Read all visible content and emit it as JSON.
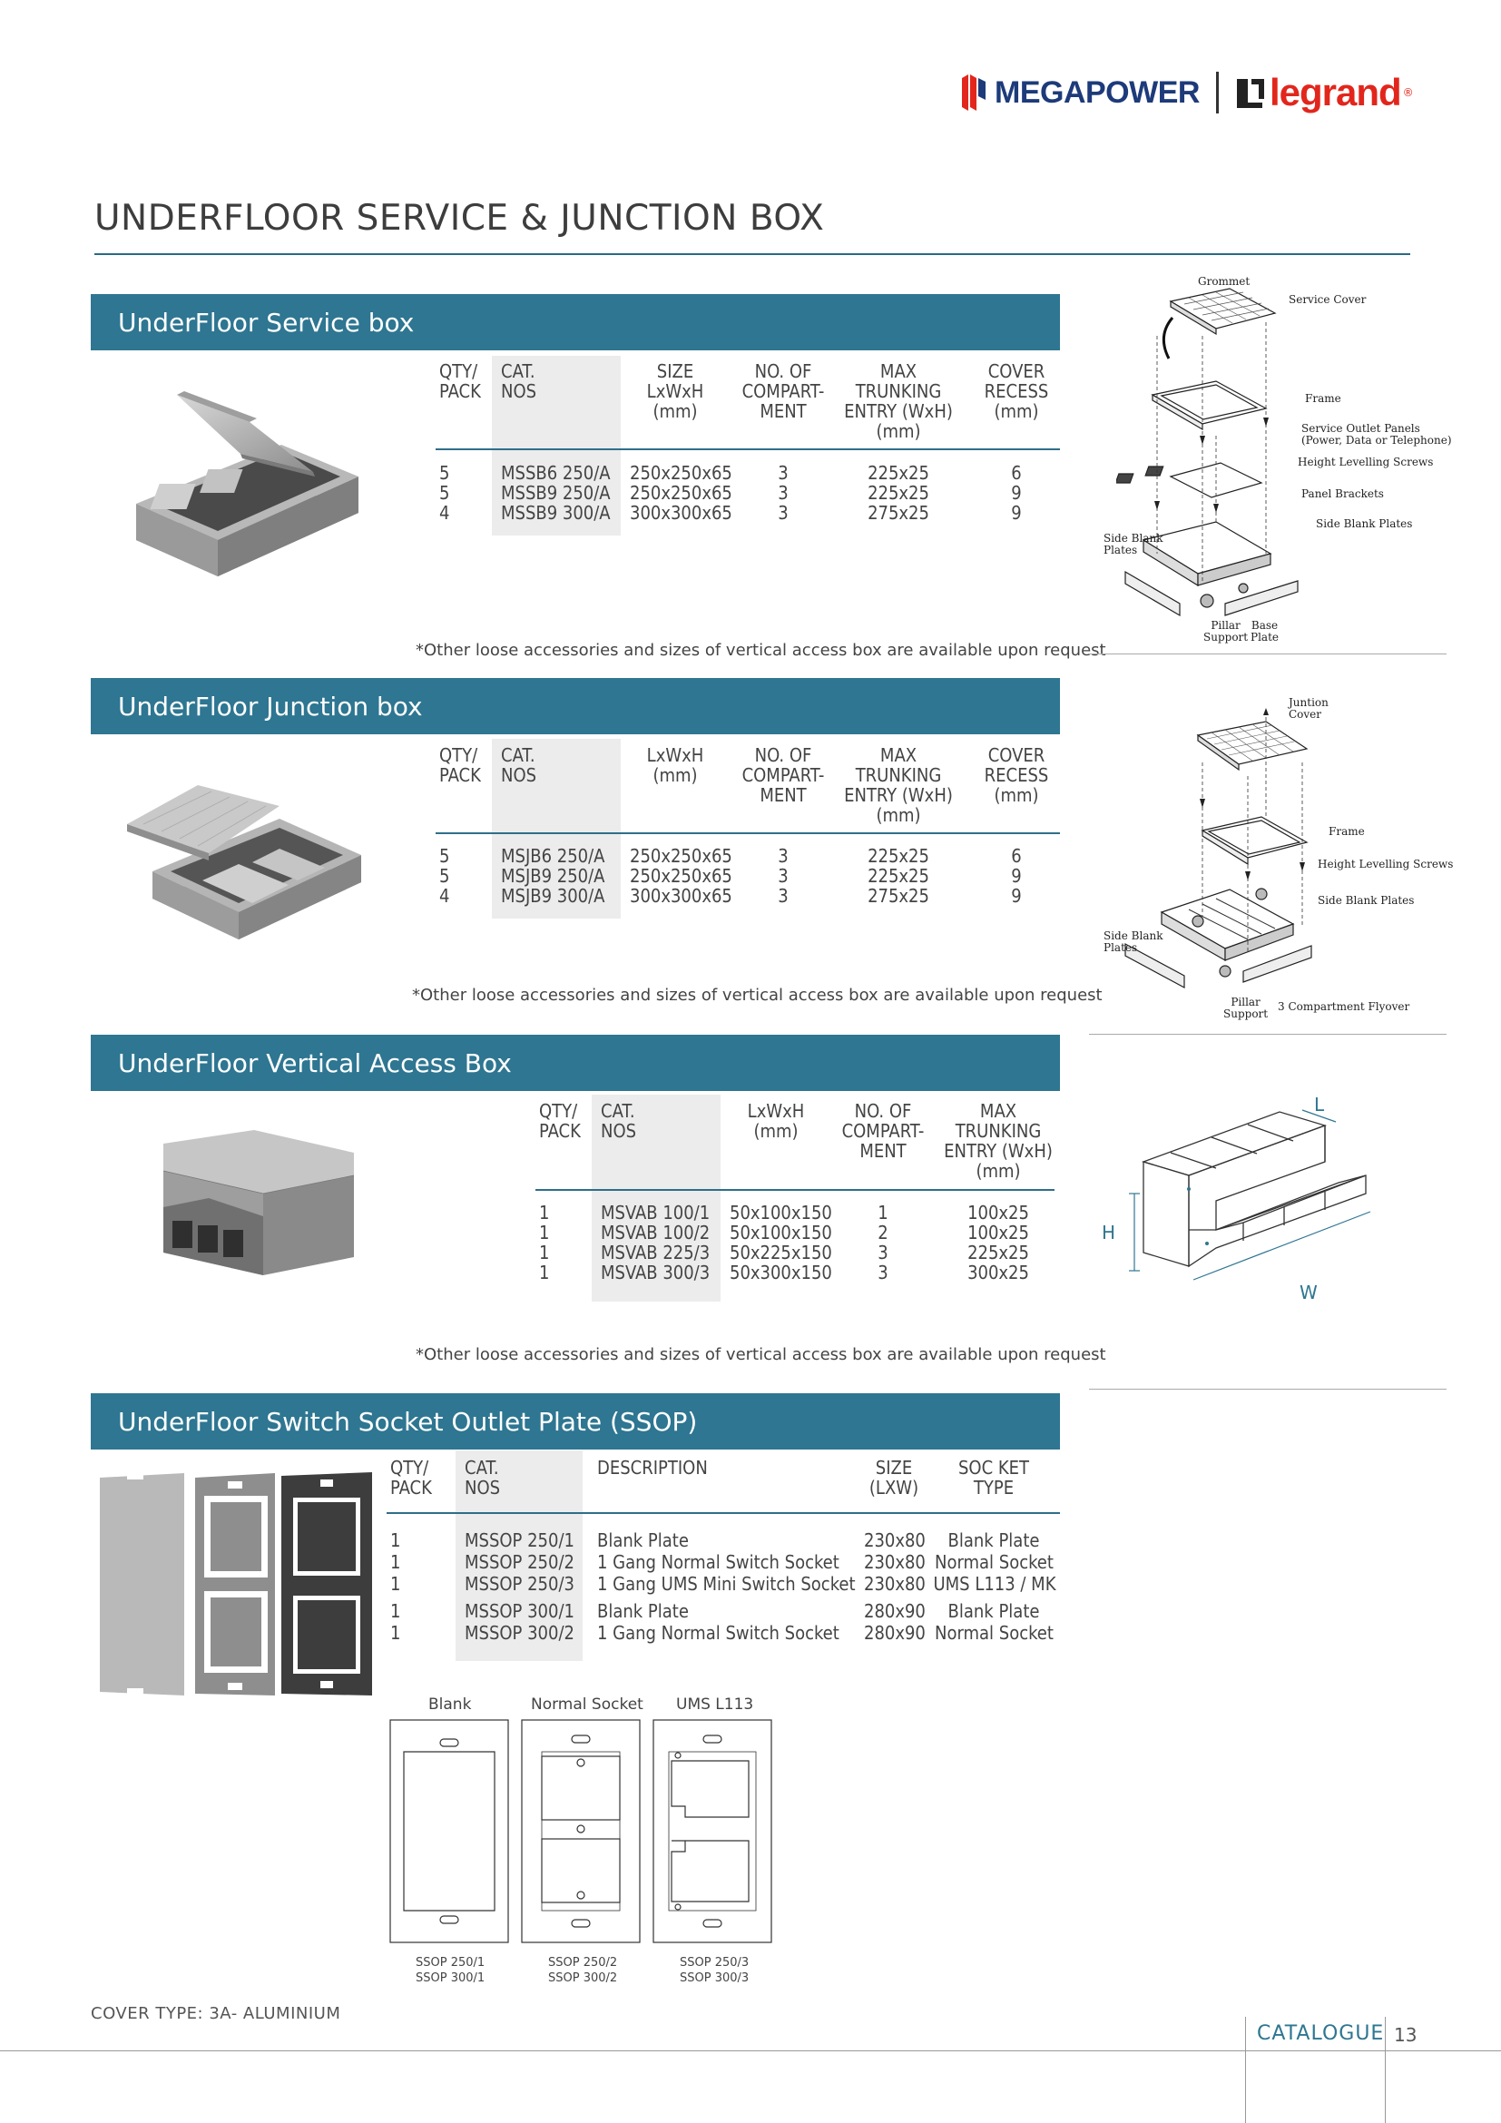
{
  "brand": {
    "megapower": "MEGAPOWER",
    "legrand": "legrand",
    "reg": "®"
  },
  "page_title": "UNDERFLOOR SERVICE & JUNCTION BOX",
  "service_box": {
    "title": "UnderFloor Service box",
    "headers": {
      "qty": [
        "QTY/",
        "PACK"
      ],
      "cat": [
        "CAT.",
        "NOS"
      ],
      "size": [
        "SIZE",
        "LxWxH",
        "(mm)"
      ],
      "comp": [
        "NO. OF",
        "COMPART-",
        "MENT"
      ],
      "max": [
        "MAX",
        "TRUNKING",
        "ENTRY (WxH)",
        "(mm)"
      ],
      "cover": [
        "COVER",
        "RECESS",
        "(mm)"
      ]
    },
    "rows": [
      {
        "qty": "5",
        "cat": "MSSB6 250/A",
        "size": "250x250x65",
        "comp": "3",
        "max": "225x25",
        "cover": "6"
      },
      {
        "qty": "5",
        "cat": "MSSB9 250/A",
        "size": "250x250x65",
        "comp": "3",
        "max": "225x25",
        "cover": "9"
      },
      {
        "qty": "4",
        "cat": "MSSB9 300/A",
        "size": "300x300x65",
        "comp": "3",
        "max": "275x25",
        "cover": "9"
      }
    ],
    "note": "*Other loose accessories and sizes of vertical access box are available upon request",
    "diagram_labels": {
      "grommet": "Grommet",
      "service_cover": "Service Cover",
      "frame": "Frame",
      "sop1": "Service Outlet Panels",
      "sop2": "(Power, Data or Telephone)",
      "hls": "Height Levelling Screws",
      "panel": "Panel Brackets",
      "sbp": "Side Blank Plates",
      "sbp_left1": "Side Blank",
      "sbp_left2": "Plates",
      "pillar1": "Pillar",
      "pillar2": "Support",
      "base1": "Base",
      "base2": "Plate"
    }
  },
  "junction_box": {
    "title": "UnderFloor Junction box",
    "headers": {
      "qty": [
        "QTY/",
        "PACK"
      ],
      "cat": [
        "CAT.",
        "NOS"
      ],
      "size": [
        "LxWxH",
        "(mm)"
      ],
      "comp": [
        "NO. OF",
        "COMPART-",
        "MENT"
      ],
      "max": [
        "MAX",
        "TRUNKING",
        "ENTRY (WxH)",
        "(mm)"
      ],
      "cover": [
        "COVER",
        "RECESS",
        "(mm)"
      ]
    },
    "rows": [
      {
        "qty": "5",
        "cat": "MSJB6 250/A",
        "size": "250x250x65",
        "comp": "3",
        "max": "225x25",
        "cover": "6"
      },
      {
        "qty": "5",
        "cat": "MSJB9 250/A",
        "size": "250x250x65",
        "comp": "3",
        "max": "225x25",
        "cover": "9"
      },
      {
        "qty": "4",
        "cat": "MSJB9 300/A",
        "size": "300x300x65",
        "comp": "3",
        "max": "275x25",
        "cover": "9"
      }
    ],
    "note": "*Other loose accessories and sizes of vertical access box are available upon request",
    "diagram_labels": {
      "jc1": "Juntion",
      "jc2": "Cover",
      "frame": "Frame",
      "hls": "Height Levelling Screws",
      "sbp": "Side Blank Plates",
      "sbp_left1": "Side Blank",
      "sbp_left2": "Plates",
      "pillar1": "Pillar",
      "pillar2": "Support",
      "flyover": "3 Compartment Flyover"
    }
  },
  "vertical_box": {
    "title": "UnderFloor Vertical Access Box",
    "headers": {
      "qty": [
        "QTY/",
        "PACK"
      ],
      "cat": [
        "CAT.",
        "NOS"
      ],
      "size": [
        "LxWxH",
        "(mm)"
      ],
      "comp": [
        "NO. OF",
        "COMPART-",
        "MENT"
      ],
      "max": [
        "MAX",
        "TRUNKING",
        "ENTRY (WxH)",
        "(mm)"
      ]
    },
    "rows": [
      {
        "qty": "1",
        "cat": "MSVAB 100/1",
        "size": "50x100x150",
        "comp": "1",
        "max": "100x25"
      },
      {
        "qty": "1",
        "cat": "MSVAB 100/2",
        "size": "50x100x150",
        "comp": "2",
        "max": "100x25"
      },
      {
        "qty": "1",
        "cat": "MSVAB 225/3",
        "size": "50x225x150",
        "comp": "3",
        "max": "225x25"
      },
      {
        "qty": "1",
        "cat": "MSVAB 300/3",
        "size": "50x300x150",
        "comp": "3",
        "max": "300x25"
      }
    ],
    "note": "*Other loose accessories and sizes of vertical access box are available upon request",
    "dims": {
      "l": "L",
      "h": "H",
      "w": "W"
    }
  },
  "ssop": {
    "title": "UnderFloor Switch Socket Outlet Plate (SSOP)",
    "headers": {
      "qty": [
        "QTY/",
        "PACK"
      ],
      "cat": [
        "CAT.",
        "NOS"
      ],
      "desc": [
        "DESCRIPTION"
      ],
      "size": [
        "SIZE",
        "(LXW)"
      ],
      "type": [
        "SOC KET",
        "TYPE"
      ]
    },
    "rows": [
      {
        "qty": "1",
        "cat": "MSSOP 250/1",
        "desc": "Blank Plate",
        "size": "230x80",
        "type": "Blank Plate"
      },
      {
        "qty": "1",
        "cat": "MSSOP 250/2",
        "desc": "1 Gang Normal Switch Socket",
        "size": "230x80",
        "type": "Normal Socket"
      },
      {
        "qty": "1",
        "cat": "MSSOP 250/3",
        "desc": "1 Gang UMS Mini Switch Socket",
        "size": "230x80",
        "type": "UMS L113 / MK"
      },
      {
        "qty": "1",
        "cat": "MSSOP 300/1",
        "desc": "Blank Plate",
        "size": "280x90",
        "type": "Blank Plate"
      },
      {
        "qty": "1",
        "cat": "MSSOP 300/2",
        "desc": "1 Gang Normal Switch Socket",
        "size": "280x90",
        "type": "Normal Socket"
      }
    ],
    "plates": [
      {
        "caption": "Blank",
        "code1": "SSOP 250/1",
        "code2": "SSOP 300/1"
      },
      {
        "caption": "Normal Socket",
        "code1": "SSOP 250/2",
        "code2": "SSOP 300/2"
      },
      {
        "caption": "UMS L113",
        "code1": "SSOP 250/3",
        "code2": "SSOP 300/3"
      }
    ]
  },
  "footer": {
    "cover_type": "COVER TYPE: 3A- ALUMINIUM",
    "catalogue": "CATALOGUE",
    "page": "13"
  }
}
